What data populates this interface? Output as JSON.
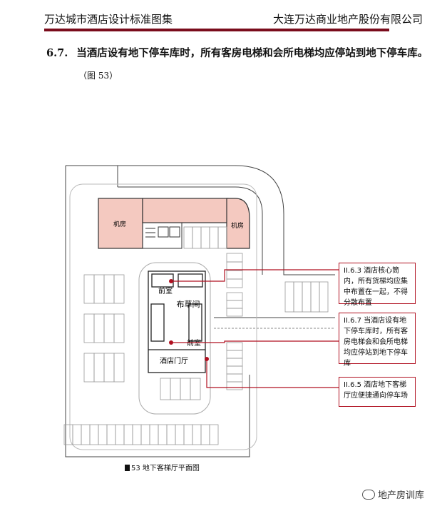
{
  "header": {
    "left_title": "万达城市酒店设计标准图集",
    "right_title": "大连万达商业地产股份有限公司"
  },
  "clause": {
    "number": "6.7.",
    "text": "当酒店设有地下停车库时，所有客房电梯和会所电梯均应停站到地下停车库。"
  },
  "figure_ref": "（图 53）",
  "plan_labels": {
    "machine_room_left": "机房",
    "machine_room_right": "机房",
    "front_room": "前室",
    "cloth_room": "布草间",
    "front_room_2": "前室",
    "hotel_lobby": "酒店门厅"
  },
  "notes": [
    "II.6.3 酒店核心筒内，所有货梯均应集中布置在一起，不得分散布置",
    "II.6.7 当酒店设有地下停车库时，所有客房电梯会和会所电梯均应停站到地下停车库",
    "II.6.5 酒店地下客梯厅应便捷通向停车场"
  ],
  "caption": {
    "figure_no": "53",
    "text": "地下客梯厅平面图"
  },
  "watermark": "地产房训库",
  "colors": {
    "accent": "#7a0c1c",
    "note_red": "#b01020",
    "machine_room_fill": "#f4c9c0"
  },
  "icons": [
    "wechat-icon"
  ]
}
